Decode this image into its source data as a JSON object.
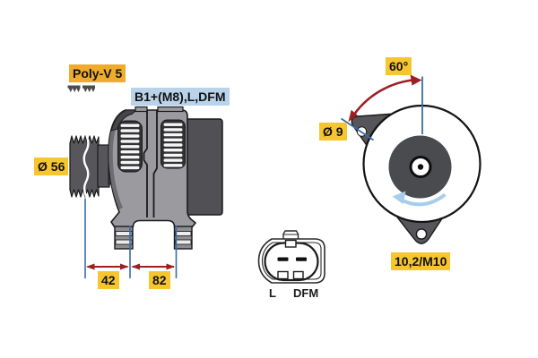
{
  "side_view": {
    "belt_type_label": "Poly-V 5",
    "terminals_label": "B1+(M8),L,DFM",
    "pulley_diameter_label": "Ø 56",
    "dimension_pulley_to_front_mount": "42",
    "dimension_front_to_rear_mount": "82"
  },
  "rear_view": {
    "mount_angle_label": "60°",
    "mount_hole_diameter_label": "Ø 9",
    "mount_bore_label": "10,2/M10"
  },
  "connector": {
    "pin_labels": [
      "L",
      "DFM"
    ]
  },
  "colors": {
    "label_yellow": "#F6C52F",
    "label_amber": "#EFAC2C",
    "label_blue": "#B9D3EA",
    "dimension_line_blue": "#3A6CA8",
    "dimension_arrow_red": "#9C2023",
    "rotation_arrow_blue": "#A7CDEE",
    "body_gray": "#9B9B9F",
    "dark_gray": "#515155",
    "background": "#FFFFFF"
  }
}
